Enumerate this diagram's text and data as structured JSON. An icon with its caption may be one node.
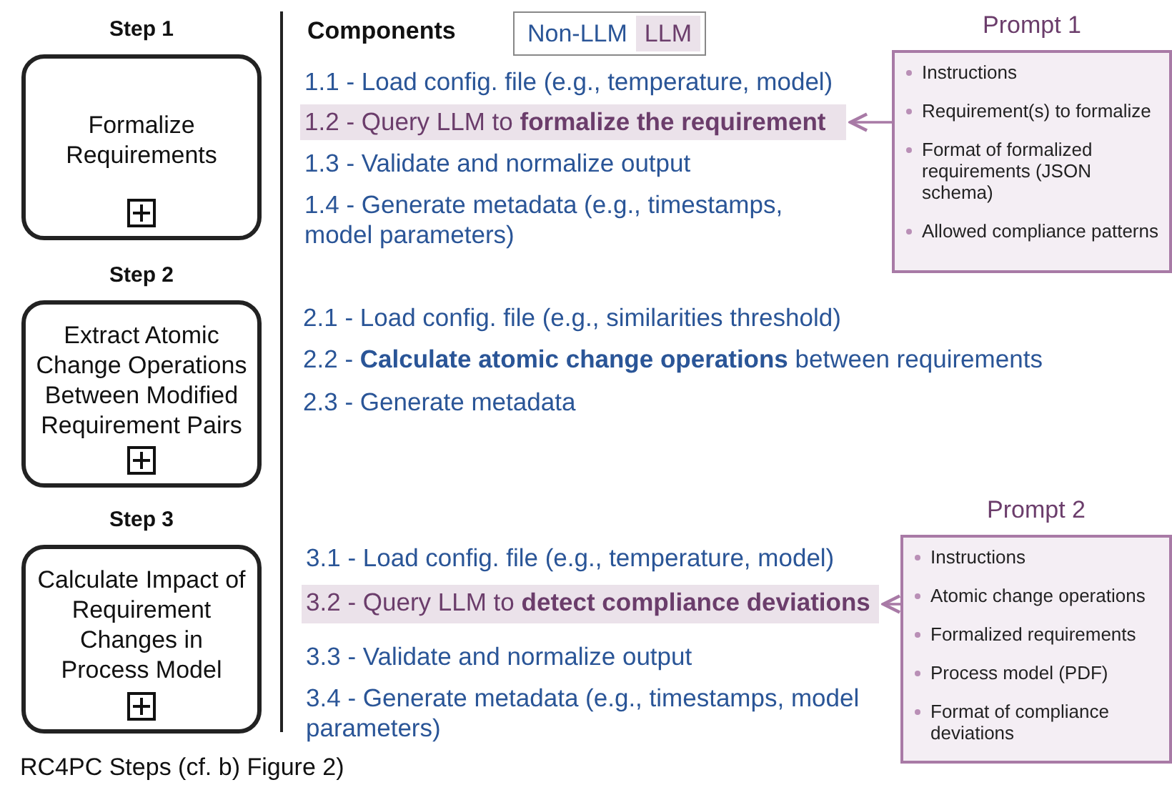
{
  "diagram": {
    "caption": "RC4PC Steps (cf. b) Figure 2)",
    "nodes": [
      {
        "text": [
          "Step 1",
          "Formalize Requirements"
        ]
      },
      {
        "text": [
          "1.2 - Query LLM to **formalize the requirement**"
        ]
      },
      {
        "text": [
          "Prompt 1",
          "Instructions",
          "Requirement(s) to formalize",
          "Format of formalized requirements (JSON schema)",
          "Allowed compliance patterns"
        ]
      },
      {
        "text": [
          "Step 2",
          "Extract Atomic Change Operations Between Modified Requirement Pairs"
        ]
      },
      {
        "text": [
          "Step 3",
          "Calculate Impact of Requirement Changes in Process Model"
        ]
      },
      {
        "text": [
          "3.2 - Query LLM to **detect compliance deviations**"
        ]
      },
      {
        "text": [
          "Prompt 2",
          "Instructions",
          "Atomic change operations",
          "Formalized requirements",
          "Process model (PDF)",
          "Format of compliance deviations"
        ]
      }
    ],
    "edges": [
      {
        "from": 2,
        "to": 1,
        "arrow": "to"
      },
      {
        "from": 6,
        "to": 5,
        "arrow": "to"
      }
    ],
    "labels": [
      "Components",
      "1.1 - Load config. file (e.g., temperature, model)",
      "1.3 - Validate and normalize output",
      "1.4 - Generate metadata (e.g., timestamps, model parameters)",
      "2.1 - Load config. file (e.g., similarities threshold)",
      "2.2 - **Calculate atomic change operations** between requirements",
      "2.3 - Generate metadata",
      "3.1 - Load config. file (e.g., temperature, model)",
      "3.3 - Validate and normalize output",
      "3.4 - Generate metadata (e.g., timestamps, model parameters)"
    ],
    "legend": [
      {
        "text": "Non-LLM"
      },
      {
        "text": "LLM",
        "color": "#ebe2ea"
      }
    ]
  }
}
